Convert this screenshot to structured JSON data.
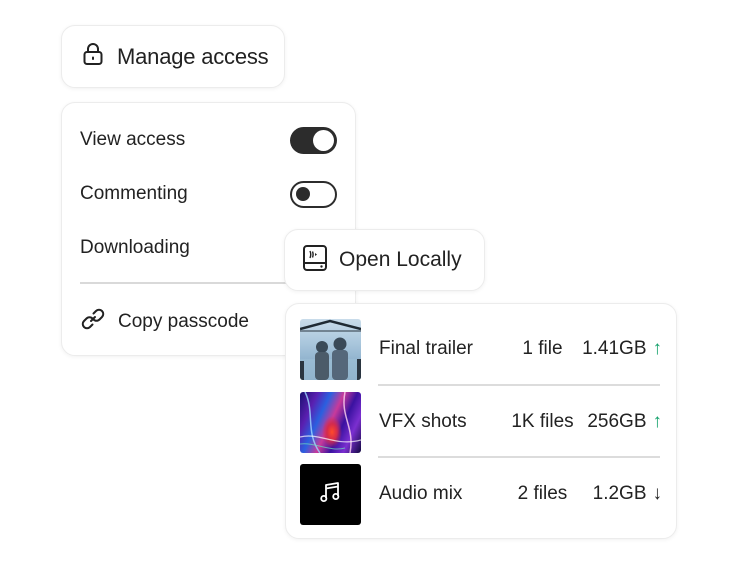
{
  "manage_access": {
    "icon": "lock-icon",
    "label": "Manage access"
  },
  "permissions": {
    "items": [
      {
        "label": "View access",
        "toggle": "on"
      },
      {
        "label": "Commenting",
        "toggle": "off"
      },
      {
        "label": "Downloading"
      }
    ],
    "copy_passcode": {
      "icon": "link-icon",
      "label": "Copy passcode"
    }
  },
  "open_locally": {
    "icon": "drive-icon",
    "label": "Open Locally"
  },
  "files": {
    "items": [
      {
        "name": "Final trailer",
        "count": "1 file",
        "size": "1.41GB",
        "direction": "up",
        "arrow": "↑",
        "thumbnail": "astronauts-image"
      },
      {
        "name": "VFX shots",
        "count": "1K files",
        "size": "256GB",
        "direction": "up",
        "arrow": "↑",
        "thumbnail": "abstract-colors-image"
      },
      {
        "name": "Audio mix",
        "count": "2 files",
        "size": "1.2GB",
        "direction": "down",
        "arrow": "↓",
        "thumbnail": "music-note-icon"
      }
    ]
  },
  "colors": {
    "upload_arrow": "#12a06a",
    "toggle_dark": "#2c2c2c",
    "text": "#222222"
  }
}
